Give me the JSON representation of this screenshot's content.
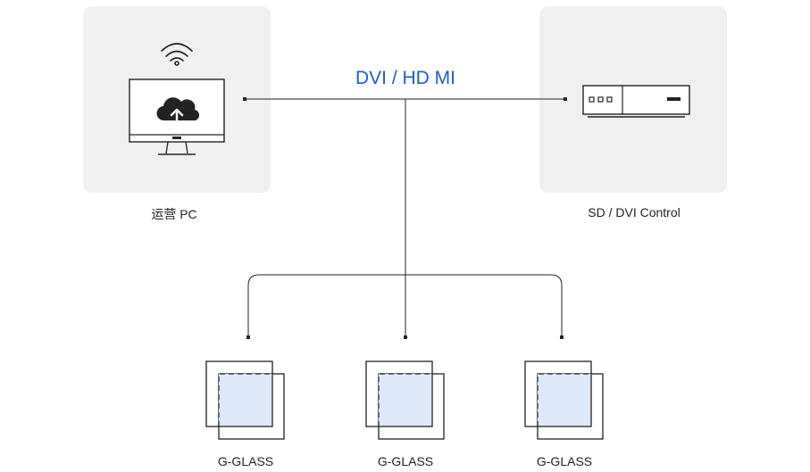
{
  "nodes": {
    "pc": {
      "label": "运营 PC"
    },
    "controller": {
      "label": "SD / DVI Control"
    },
    "link": {
      "label": "DVI / HD MI"
    },
    "displays": [
      {
        "label": "G-GLASS"
      },
      {
        "label": "G-GLASS"
      },
      {
        "label": "G-GLASS"
      }
    ]
  },
  "colors": {
    "panel": "#f0f0f0",
    "accent": "#1f5bd6",
    "glass_fill": "#dde8fb",
    "line": "#222222"
  },
  "icons": {
    "pc": "monitor-cloud-upload-icon",
    "wifi": "wifi-icon",
    "controller": "set-top-box-icon",
    "display": "glass-panel-icon"
  }
}
